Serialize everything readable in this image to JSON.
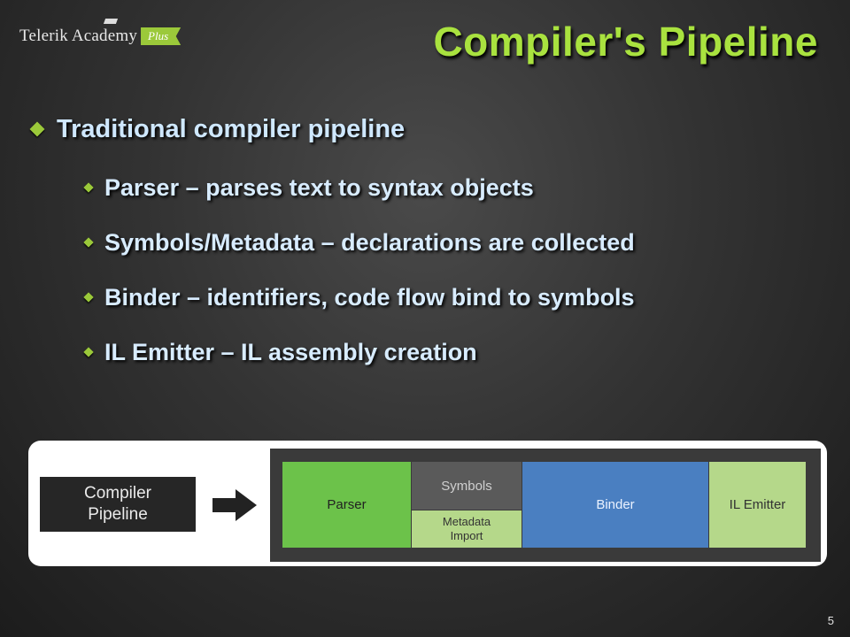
{
  "logo": {
    "brand": "Telerik Academy",
    "badge": "Plus"
  },
  "title": "Compiler's Pipeline",
  "bullets": {
    "main": "Traditional compiler pipeline",
    "sub": [
      "Parser – parses text to syntax objects",
      "Symbols/Metadata – declarations are collected",
      "Binder – identifiers, code flow bind to symbols",
      "IL Emitter – IL assembly creation"
    ]
  },
  "diagram": {
    "label_line1": "Compiler",
    "label_line2": "Pipeline",
    "stages": {
      "parser": "Parser",
      "symbols": "Symbols",
      "metadata_line1": "Metadata",
      "metadata_line2": "Import",
      "binder": "Binder",
      "emitter": "IL Emitter"
    }
  },
  "page_number": "5",
  "colors": {
    "accent_green": "#a9e23f",
    "parser": "#6cc24a",
    "binder": "#4a7fc1",
    "emitter": "#b5d88a",
    "symbols": "#5a5a5a"
  }
}
